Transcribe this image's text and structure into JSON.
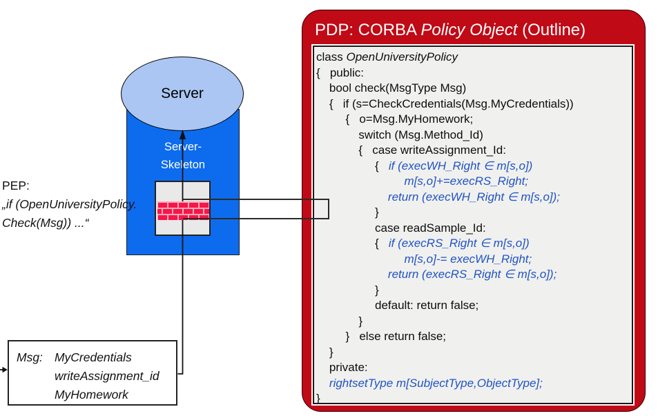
{
  "colors": {
    "server_body": "#0d6cee",
    "server_ellipse": "#abc6f2",
    "pdp_red": "#c00a16",
    "code_blue": "#2053c4",
    "brick": "#f5164a",
    "mortar": "#f9a9b6",
    "code_bg": "#f0f0ee",
    "pep_box_bg": "#e9e9e9"
  },
  "server": {
    "label": "Server",
    "skeleton_line1": "Server-",
    "skeleton_line2": "Skeleton"
  },
  "pep": {
    "label": "PEP:",
    "note_line1": "„if (OpenUniversityPolicy.",
    "note_line2": "Check(Msg)) ...“"
  },
  "msg": {
    "label": "Msg:",
    "items": [
      "MyCredentials",
      "writeAssignment_id",
      "MyHomework"
    ]
  },
  "pdp": {
    "title_prefix": "PDP: CORBA ",
    "title_italic": "Policy Object",
    "title_suffix": " (Outline)",
    "code_lines": [
      [
        {
          "t": "class ",
          "s": "plain"
        },
        {
          "t": "OpenUniversityPolicy",
          "s": "italic"
        }
      ],
      [
        {
          "t": "{   public:",
          "s": "plain"
        }
      ],
      [
        {
          "t": "    bool check(MsgType Msg)",
          "s": "plain"
        }
      ],
      [
        {
          "t": "    {   if (s=CheckCredentials(Msg.MyCredentials))",
          "s": "plain"
        }
      ],
      [
        {
          "t": "         {   o=Msg.MyHomework;",
          "s": "plain"
        }
      ],
      [
        {
          "t": "             switch (Msg.Method_Id)",
          "s": "plain"
        }
      ],
      [
        {
          "t": "             {   case writeAssignment_Id:",
          "s": "plain"
        }
      ],
      [
        {
          "t": "                  {   ",
          "s": "plain"
        },
        {
          "t": "if (execWH_Right ∈ m[s,o])",
          "s": "blue"
        }
      ],
      [
        {
          "t": "                           ",
          "s": "plain"
        },
        {
          "t": "m[s,o]+=execRS_Right;",
          "s": "blue"
        }
      ],
      [
        {
          "t": "                      ",
          "s": "plain"
        },
        {
          "t": "return (execWH_Right ∈ m[s,o]);",
          "s": "blue"
        }
      ],
      [
        {
          "t": "                  }",
          "s": "plain"
        }
      ],
      [
        {
          "t": "                  case readSample_Id:",
          "s": "plain"
        }
      ],
      [
        {
          "t": "                  {   ",
          "s": "plain"
        },
        {
          "t": "if (execRS_Right ∈ m[s,o])",
          "s": "blue"
        }
      ],
      [
        {
          "t": "                           ",
          "s": "plain"
        },
        {
          "t": "m[s,o]-= execWH_Right;",
          "s": "blue"
        }
      ],
      [
        {
          "t": "                      ",
          "s": "plain"
        },
        {
          "t": "return (execRS_Right ∈ m[s,o]);",
          "s": "blue"
        }
      ],
      [
        {
          "t": "                  }",
          "s": "plain"
        }
      ],
      [
        {
          "t": "                  default: return false;",
          "s": "plain"
        }
      ],
      [
        {
          "t": "             }",
          "s": "plain"
        }
      ],
      [
        {
          "t": "         }   else return false;",
          "s": "plain"
        }
      ],
      [
        {
          "t": "    }",
          "s": "plain"
        }
      ],
      [
        {
          "t": "    private:",
          "s": "plain"
        }
      ],
      [
        {
          "t": "    ",
          "s": "plain"
        },
        {
          "t": "rightsetType m[SubjectType,ObjectType];",
          "s": "blue"
        }
      ],
      [
        {
          "t": "}",
          "s": "plain"
        }
      ]
    ]
  }
}
